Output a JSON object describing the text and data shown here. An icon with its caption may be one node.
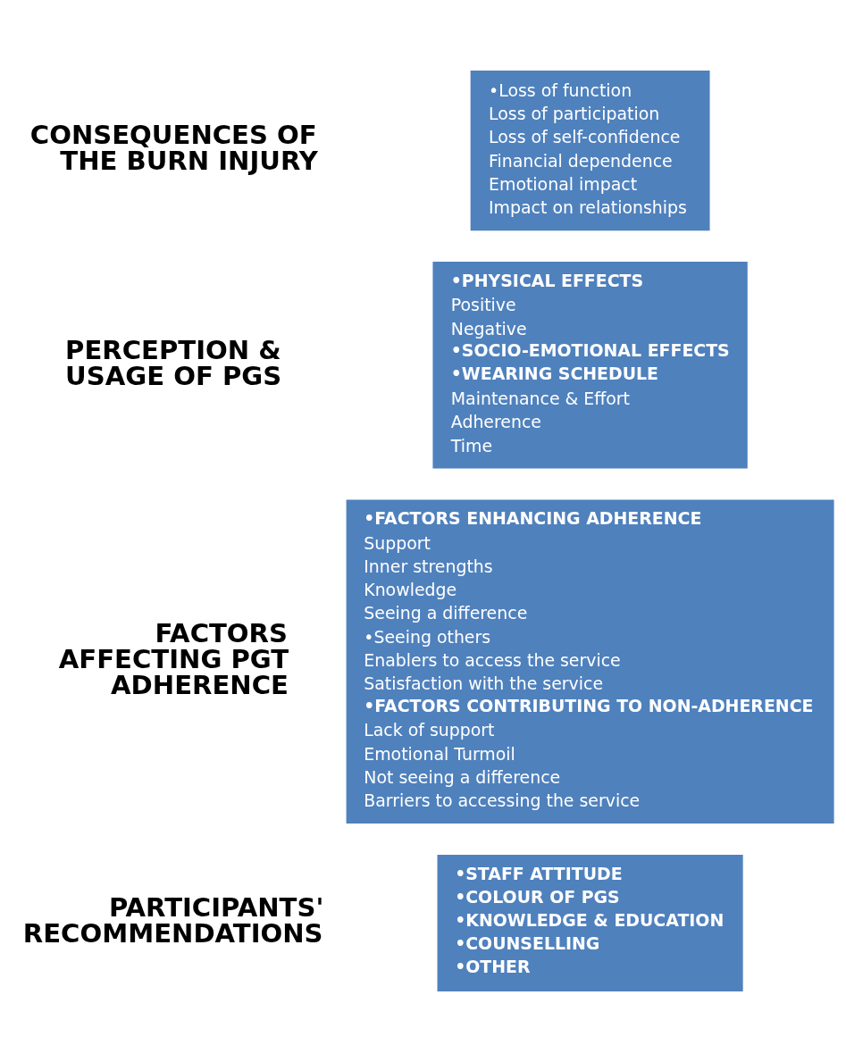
{
  "diagram": {
    "nodes": [
      {
        "text": [
          "CONSEQUENCES OF THE BURN INJURY"
        ]
      },
      {
        "text": [
          "•Loss of function",
          "Loss of participation",
          "Loss of self-confidence",
          "Financial dependence",
          "Emotional impact",
          "Impact on relationships"
        ]
      },
      {
        "text": [
          "PERCEPTION & USAGE OF PGS"
        ]
      },
      {
        "text": [
          "•PHYSICAL EFFECTS",
          "Positive",
          "Negative",
          "•SOCIO-EMOTIONAL EFFECTS",
          "•WEARING SCHEDULE",
          "Maintenance & Effort",
          "Adherence",
          "Time"
        ]
      },
      {
        "text": [
          "FACTORS AFFECTING PGT ADHERENCE"
        ]
      },
      {
        "text": [
          "•FACTORS ENHANCING ADHERENCE",
          "Support",
          "Inner strengths",
          "Knowledge",
          "Seeing a difference",
          "•Seeing others",
          "Enablers to access the service",
          "Satisfaction with the service",
          "•FACTORS CONTRIBUTING TO NON-ADHERENCE",
          "Lack of support",
          "Emotional Turmoil",
          "Not seeing a difference",
          "Barriers to accessing the service"
        ]
      },
      {
        "text": [
          "PARTICIPANTS' RECOMMENDATIONS"
        ]
      },
      {
        "text": [
          "•STAFF ATTITUDE",
          "•COLOUR OF PGS",
          "•KNOWLEDGE & EDUCATION",
          "•COUNSELLING",
          "•OTHER"
        ]
      }
    ]
  }
}
